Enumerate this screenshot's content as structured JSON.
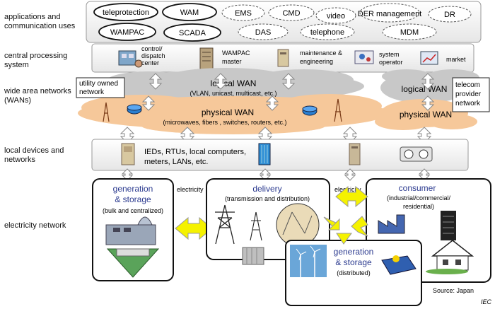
{
  "layers": {
    "applications": "applications and communication uses",
    "central": "central processing system",
    "wan": "wide area networks (WANs)",
    "local": "local devices and networks",
    "electricity": "electricity network"
  },
  "applications": {
    "solid": [
      "teleprotection",
      "WAM",
      "WAMPAC",
      "SCADA"
    ],
    "dashed": [
      "EMS",
      "CMD",
      "video",
      "DER management",
      "DR",
      "DAS",
      "telephone",
      "MDM"
    ]
  },
  "central": {
    "items": [
      "control/ dispatch center",
      "WAMPAC master",
      "maintenance & engineering",
      "system operator",
      "market"
    ]
  },
  "wan": {
    "utility_owned": "utility owned network",
    "logical_wan_title": "logical WAN",
    "logical_wan_sub": "(VLAN, unicast, multicast, etc.)",
    "physical_wan_title": "physical WAN",
    "physical_wan_sub": "(microwaves, fibers , switches, routers, etc.)",
    "right_logical": "logical WAN",
    "right_physical": "physical WAN",
    "telecom": "telecom provider network"
  },
  "local": {
    "text": "IEDs, RTUs, local computers, meters, LANs, etc."
  },
  "electricity": {
    "gen_title": "generation & storage",
    "gen_sub": "(bulk and centralized)",
    "arrow_label_1": "electricity",
    "delivery_title": "delivery",
    "delivery_sub": "(transmission and distribution)",
    "arrow_label_2": "electricity",
    "consumer_title": "consumer",
    "consumer_sub": "(industrial/commercial/ residential)",
    "dist_gen_title": "generation & storage",
    "dist_gen_sub": "(distributed)"
  },
  "footer": {
    "source": "Source: Japan",
    "iec": "IEC"
  },
  "colors": {
    "cloud_gray": "#c8c8c8",
    "cloud_orange": "#f6c89a",
    "arrow_yellow": "#f5f200",
    "title_blue": "#2b3a8f"
  }
}
